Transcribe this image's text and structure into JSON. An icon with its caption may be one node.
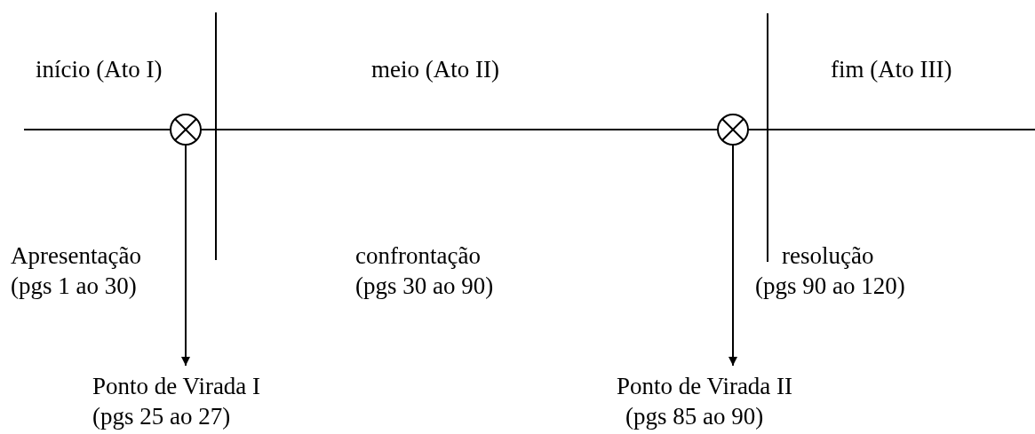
{
  "diagram": {
    "nodes": [
      {
        "text": [],
        "shape": "circle"
      },
      {
        "text": [],
        "shape": "circle"
      },
      {
        "text": [
          "Ponto de Virada I",
          "(pgs 25 ao 27)"
        ]
      },
      {
        "text": [
          "Ponto de Virada II",
          "(pgs 85 ao 90)"
        ]
      }
    ],
    "edges": [
      {
        "from": 0,
        "to": 2,
        "arrow": "to"
      },
      {
        "from": 1,
        "to": 3,
        "arrow": "to"
      }
    ],
    "labels": [
      "início (Ato I)",
      "meio (Ato II)",
      "fim (Ato III)",
      "Apresentação",
      "confrontação",
      "resolução",
      "(pgs 1 ao 30)",
      "(pgs 30 ao 90)",
      "(pgs 90 ao 120)"
    ]
  }
}
